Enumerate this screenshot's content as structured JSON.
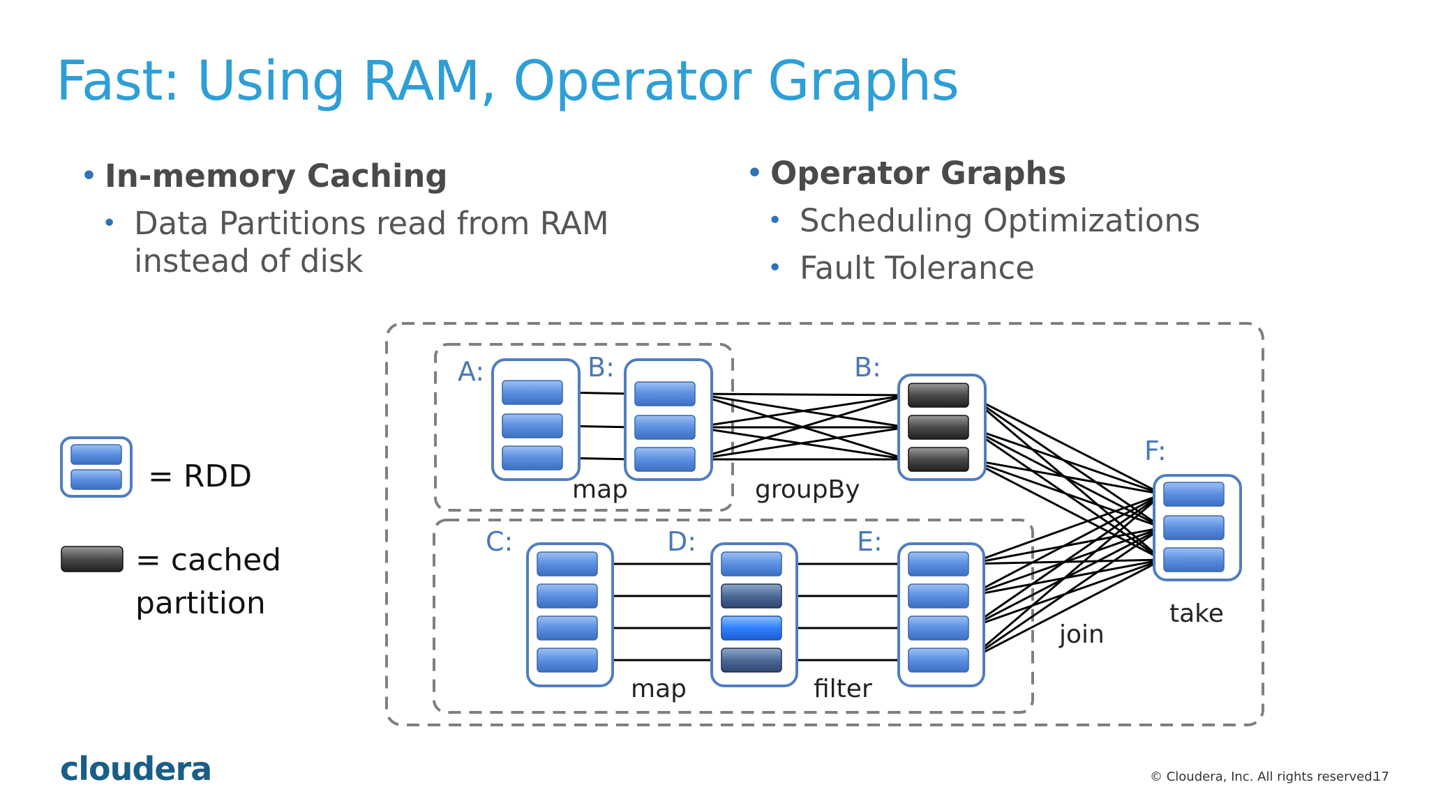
{
  "title": "Fast: Using RAM, Operator Graphs",
  "left_column": {
    "heading": "In-memory Caching",
    "items": [
      "Data Partitions read from RAM instead of disk"
    ]
  },
  "right_column": {
    "heading": "Operator Graphs",
    "items": [
      "Scheduling Optimizations",
      "Fault Tolerance"
    ]
  },
  "legend": {
    "rdd": "= RDD",
    "cached_line1": "= cached",
    "cached_line2": "partition"
  },
  "diagram": {
    "rdds": {
      "A": "A:",
      "B1": "B:",
      "B2": "B:",
      "C": "C:",
      "D": "D:",
      "E": "E:",
      "F": "F:"
    },
    "operations": {
      "map_top": "map",
      "groupby": "groupBy",
      "map_bottom": "map",
      "filter": "filter",
      "join": "join",
      "take": "take"
    }
  },
  "colors": {
    "title": "#2e9fd6",
    "rdd_border": "#4f7ec0",
    "partition_blue": "#5b8fe0",
    "partition_cached": "#3a3a3a",
    "partition_bright": "#2f7fff",
    "stage_border": "#7f7f7f",
    "logo": "#1a5d85"
  },
  "footer": {
    "logo": "cloudera",
    "copyright": "© Cloudera, Inc. All rights reserved.",
    "page_number": "17"
  }
}
